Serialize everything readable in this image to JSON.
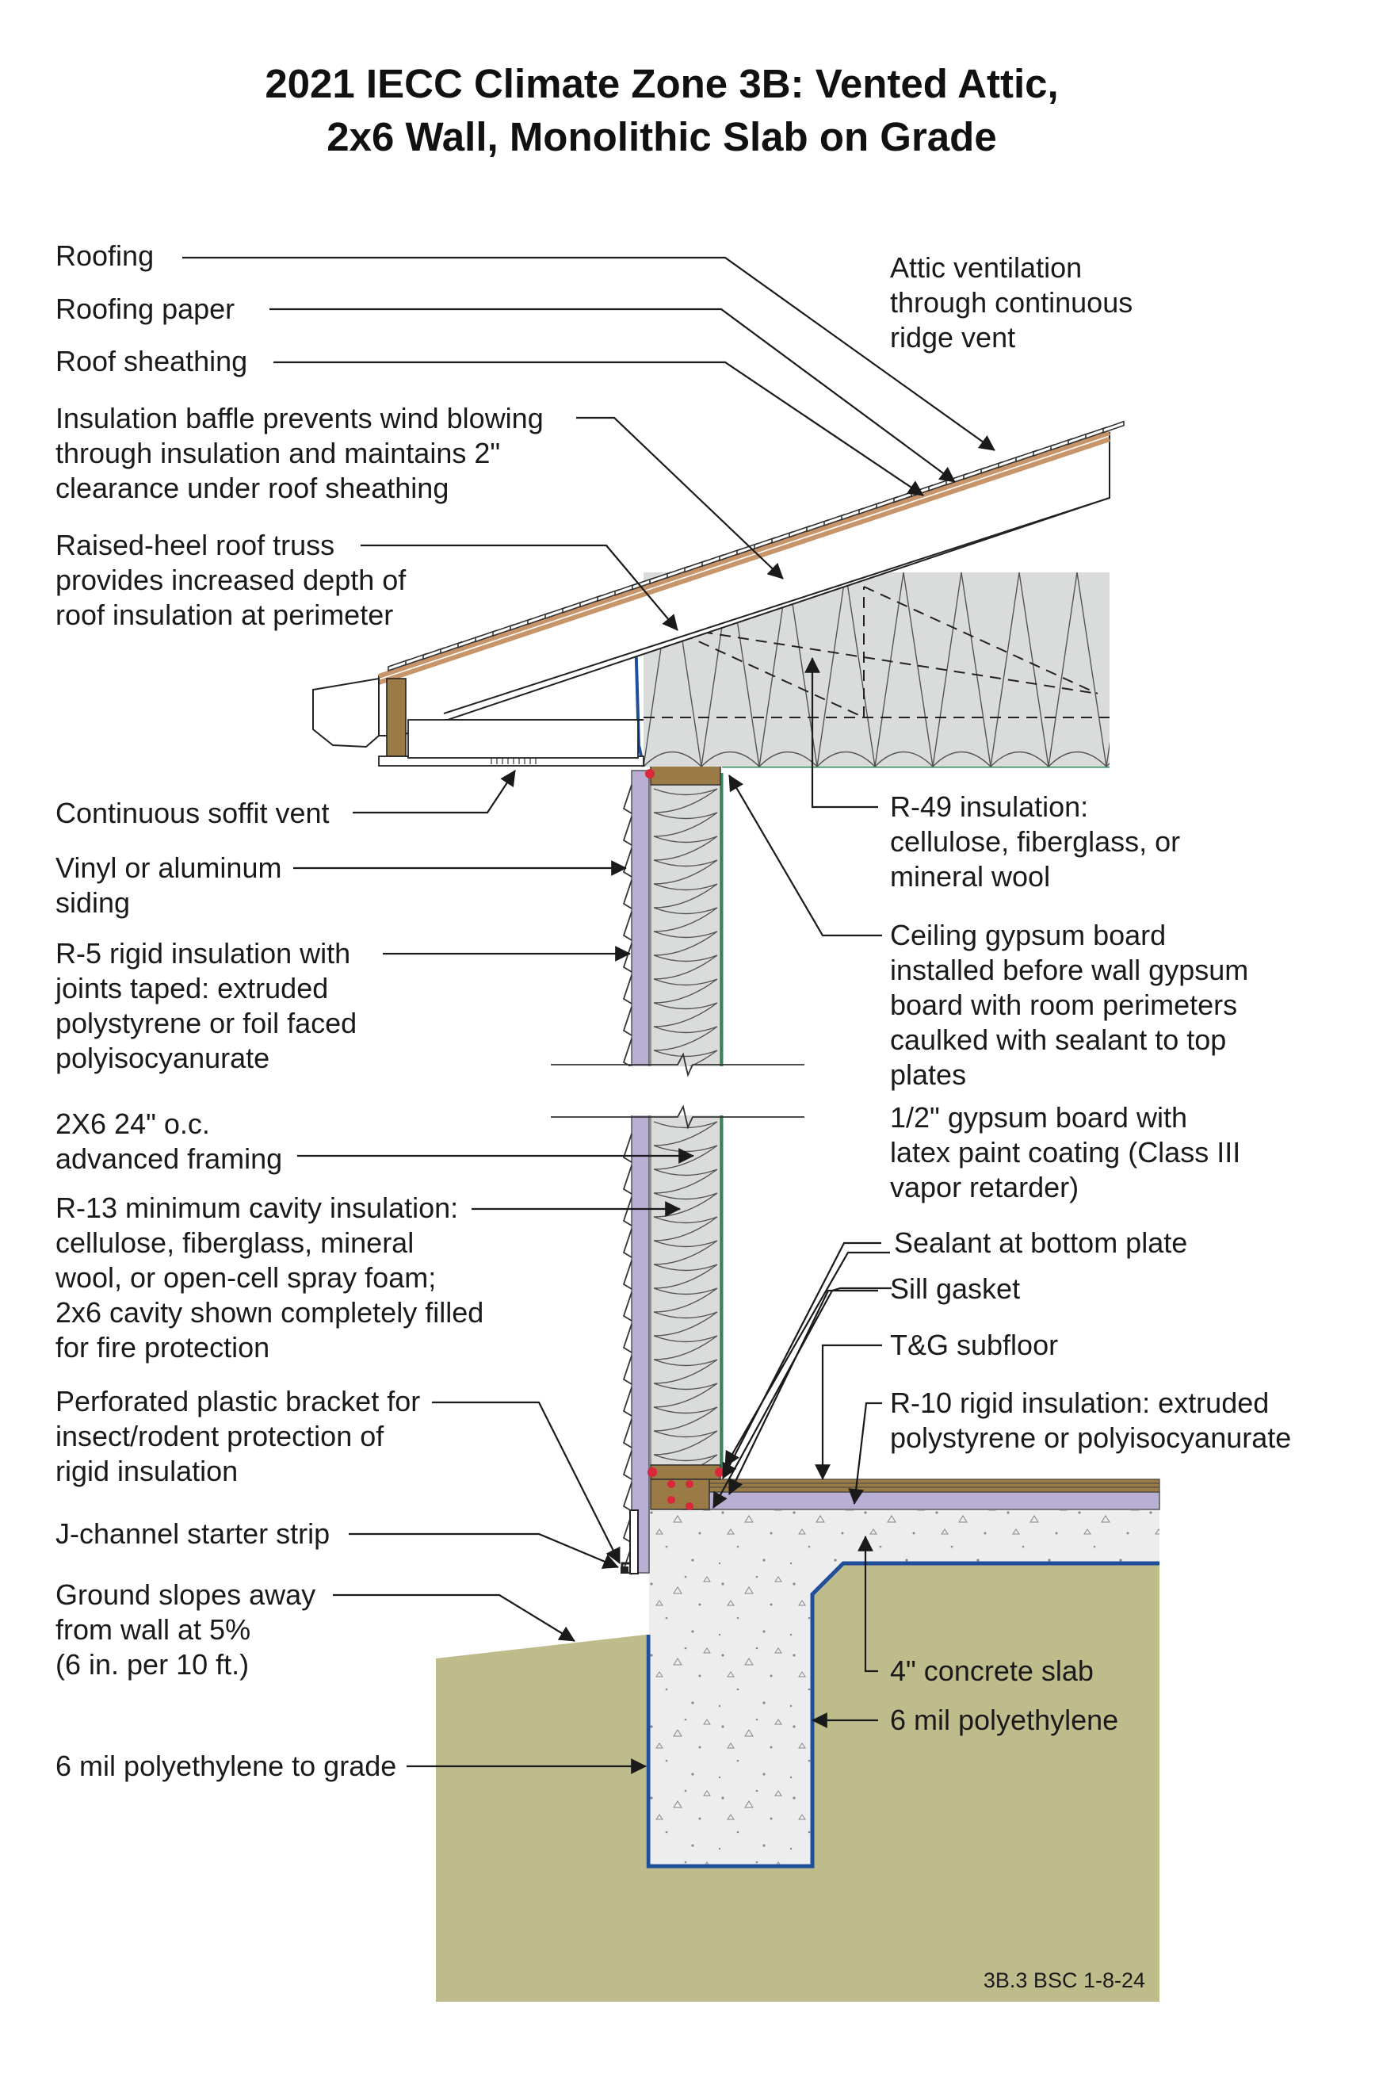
{
  "title": {
    "line1": "2021 IECC Climate Zone 3B: Vented Attic,",
    "line2": "2x6 Wall, Monolithic Slab on Grade"
  },
  "labels": {
    "roofing": [
      "Roofing"
    ],
    "roofing_paper": [
      "Roofing paper"
    ],
    "roof_sheathing": [
      "Roof sheathing"
    ],
    "insulation_baffle": [
      "Insulation baffle prevents wind blowing",
      "through insulation and maintains 2\"",
      "clearance under roof sheathing"
    ],
    "raised_heel_truss": [
      "Raised-heel roof truss",
      "provides increased depth of",
      "roof insulation at perimeter"
    ],
    "attic_ventilation": [
      "Attic ventilation",
      "through continuous",
      "ridge vent"
    ],
    "soffit_vent": [
      "Continuous soffit vent"
    ],
    "siding": [
      "Vinyl or aluminum",
      "siding"
    ],
    "rigid_insulation_wall": [
      "R-5 rigid insulation with",
      "joints taped: extruded",
      "polystyrene or foil faced",
      "polyisocyanurate"
    ],
    "framing": [
      "2X6 24\" o.c.",
      "advanced framing"
    ],
    "cavity_insulation": [
      "R-13 minimum cavity insulation:",
      "cellulose, fiberglass, mineral",
      "wool, or open-cell spray foam;",
      "2x6 cavity shown completely filled",
      "for fire protection"
    ],
    "bracket": [
      "Perforated plastic bracket for",
      "insect/rodent protection of",
      "rigid insulation"
    ],
    "j_channel": [
      "J-channel starter strip"
    ],
    "ground_slope": [
      "Ground slopes away",
      "from wall at 5%",
      "(6 in. per 10 ft.)"
    ],
    "poly_to_grade": [
      "6 mil polyethylene to grade"
    ],
    "r49": [
      "R-49 insulation:",
      "cellulose, fiberglass, or",
      "mineral wool"
    ],
    "ceiling_gypsum": [
      "Ceiling gypsum board",
      "installed before wall gypsum",
      "board with room perimeters",
      "caulked with sealant to top",
      "plates"
    ],
    "wall_gypsum": [
      "1/2\" gypsum board with",
      "latex paint coating (Class III",
      "vapor retarder)"
    ],
    "sealant": [
      "Sealant at bottom plate"
    ],
    "sill_gasket": [
      "Sill gasket"
    ],
    "subfloor": [
      "T&G subfloor"
    ],
    "r10": [
      "R-10 rigid insulation: extruded",
      "polystyrene or polyisocyanurate"
    ],
    "slab": [
      "4\" concrete slab"
    ],
    "poly_slab": [
      "6 mil polyethylene"
    ]
  },
  "code": "3B.3 BSC 1-8-24",
  "colors": {
    "earth": "#bfbc8c",
    "concrete": "#ededed",
    "rigid_insulation": "#b9aed3",
    "batt": "#dadcdc",
    "wood": "#9a7a45",
    "roof_line": "#c8956a",
    "polyethylene": "#1f4e9a",
    "gypsum": "#2e8b57",
    "sealant": "#d8283a"
  }
}
